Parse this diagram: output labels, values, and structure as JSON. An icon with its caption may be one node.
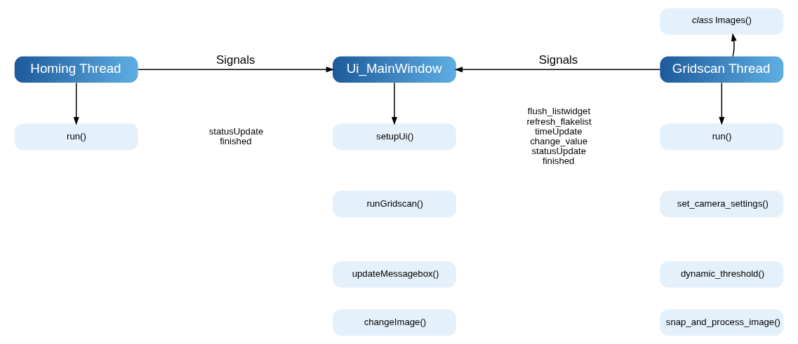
{
  "diagram": {
    "nodes": [
      {
        "text": [
          "Homing Thread"
        ]
      },
      {
        "text": [
          "run()"
        ]
      },
      {
        "text": [
          "Ui_MainWindow"
        ]
      },
      {
        "text": [
          "setupUi()"
        ]
      },
      {
        "text": [
          "runGridscan()"
        ]
      },
      {
        "text": [
          "updateMessagebox()"
        ]
      },
      {
        "text": [
          "changeImage()"
        ]
      },
      {
        "text": [
          "*class* Images()"
        ]
      },
      {
        "text": [
          "Gridscan Thread"
        ]
      },
      {
        "text": [
          "run()"
        ]
      },
      {
        "text": [
          "set_camera_settings()"
        ]
      },
      {
        "text": [
          "dynamic_threshold()"
        ]
      },
      {
        "text": [
          "snap_and_process_image()"
        ]
      }
    ],
    "edges": [
      {
        "from": 0,
        "to": 2,
        "arrow": "to",
        "label": "Signals"
      },
      {
        "from": 8,
        "to": 2,
        "arrow": "to",
        "label": "Signals"
      },
      {
        "from": 0,
        "to": 1,
        "arrow": "to"
      },
      {
        "from": 2,
        "to": 3,
        "arrow": "to"
      },
      {
        "from": 8,
        "to": 9,
        "arrow": "to"
      },
      {
        "from": 8,
        "to": 7,
        "arrow": "to"
      }
    ],
    "labels": [
      "statusUpdate finished",
      "flush_listwidget refresh_flakelist timeUpdate change_value statusUpdate finished"
    ]
  }
}
